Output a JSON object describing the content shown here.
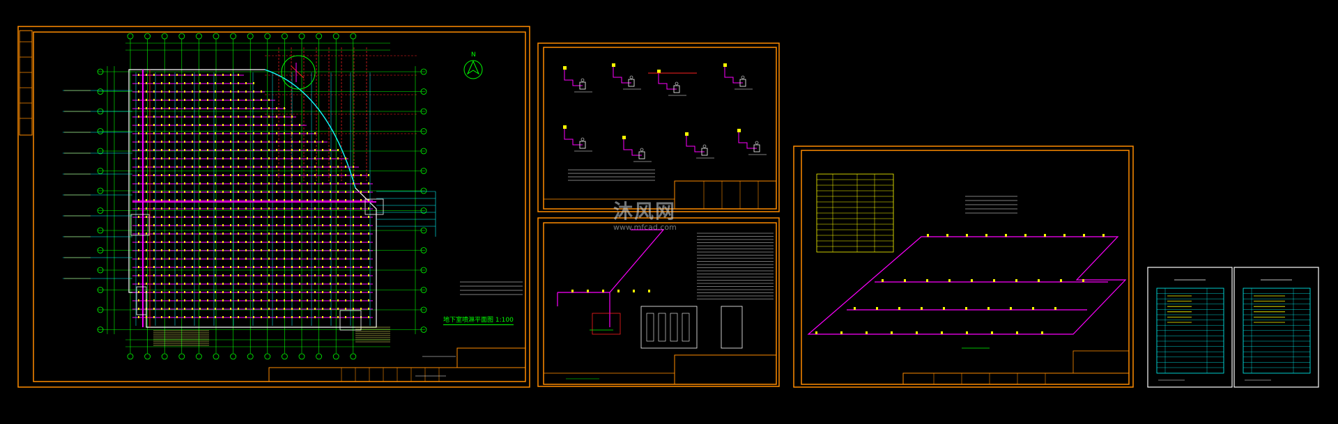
{
  "watermark": {
    "main": "沐风网",
    "sub": "www.mfcad.com"
  },
  "plan": {
    "title": "地下室喷淋平面图 1:100",
    "north": "N"
  },
  "colors": {
    "frame": "#ff8c00",
    "grid": "#00ff00",
    "pipe": "#ff00ff",
    "sprinkler": "#ffff00",
    "cyan": "#00ffff",
    "red": "#ff2020"
  }
}
